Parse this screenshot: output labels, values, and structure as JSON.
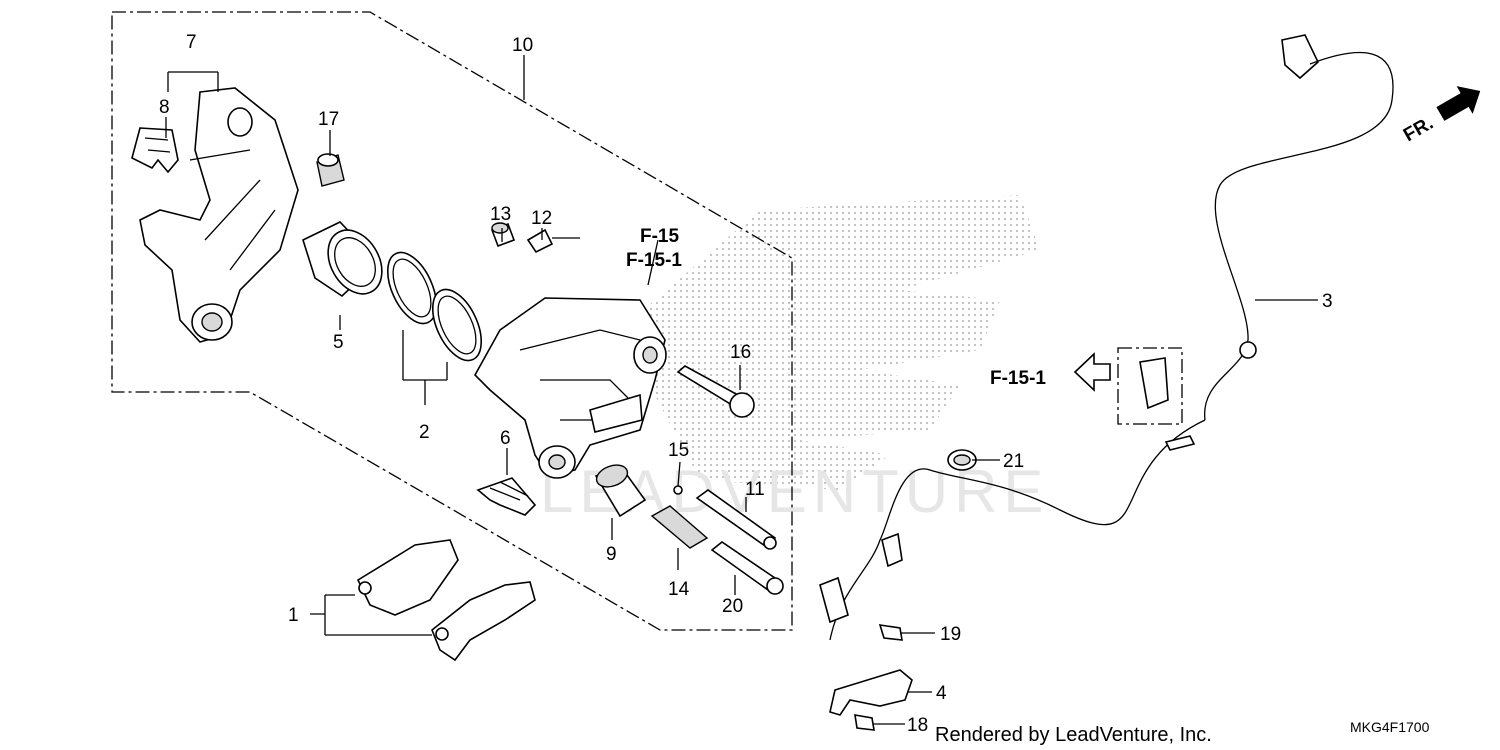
{
  "callouts": {
    "c1": "1",
    "c2": "2",
    "c3": "3",
    "c4": "4",
    "c5": "5",
    "c6": "6",
    "c7": "7",
    "c8": "8",
    "c9": "9",
    "c10": "10",
    "c11": "11",
    "c12": "12",
    "c13": "13",
    "c14": "14",
    "c15": "15",
    "c16": "16",
    "c17": "17",
    "c18": "18",
    "c19": "19",
    "c20": "20",
    "c21": "21"
  },
  "refs": {
    "ref_f15": "F-15",
    "ref_f151_top": "F-15-1",
    "ref_f151_side": "F-15-1"
  },
  "direction": {
    "label": "FR."
  },
  "footer": {
    "rendered_by": "Rendered by LeadVenture, Inc.",
    "diagram_code": "MKG4F1700"
  },
  "watermark": {
    "text": "LEADVENTURE"
  },
  "icons": [
    "forward-arrow-icon",
    "left-arrow-icon"
  ]
}
